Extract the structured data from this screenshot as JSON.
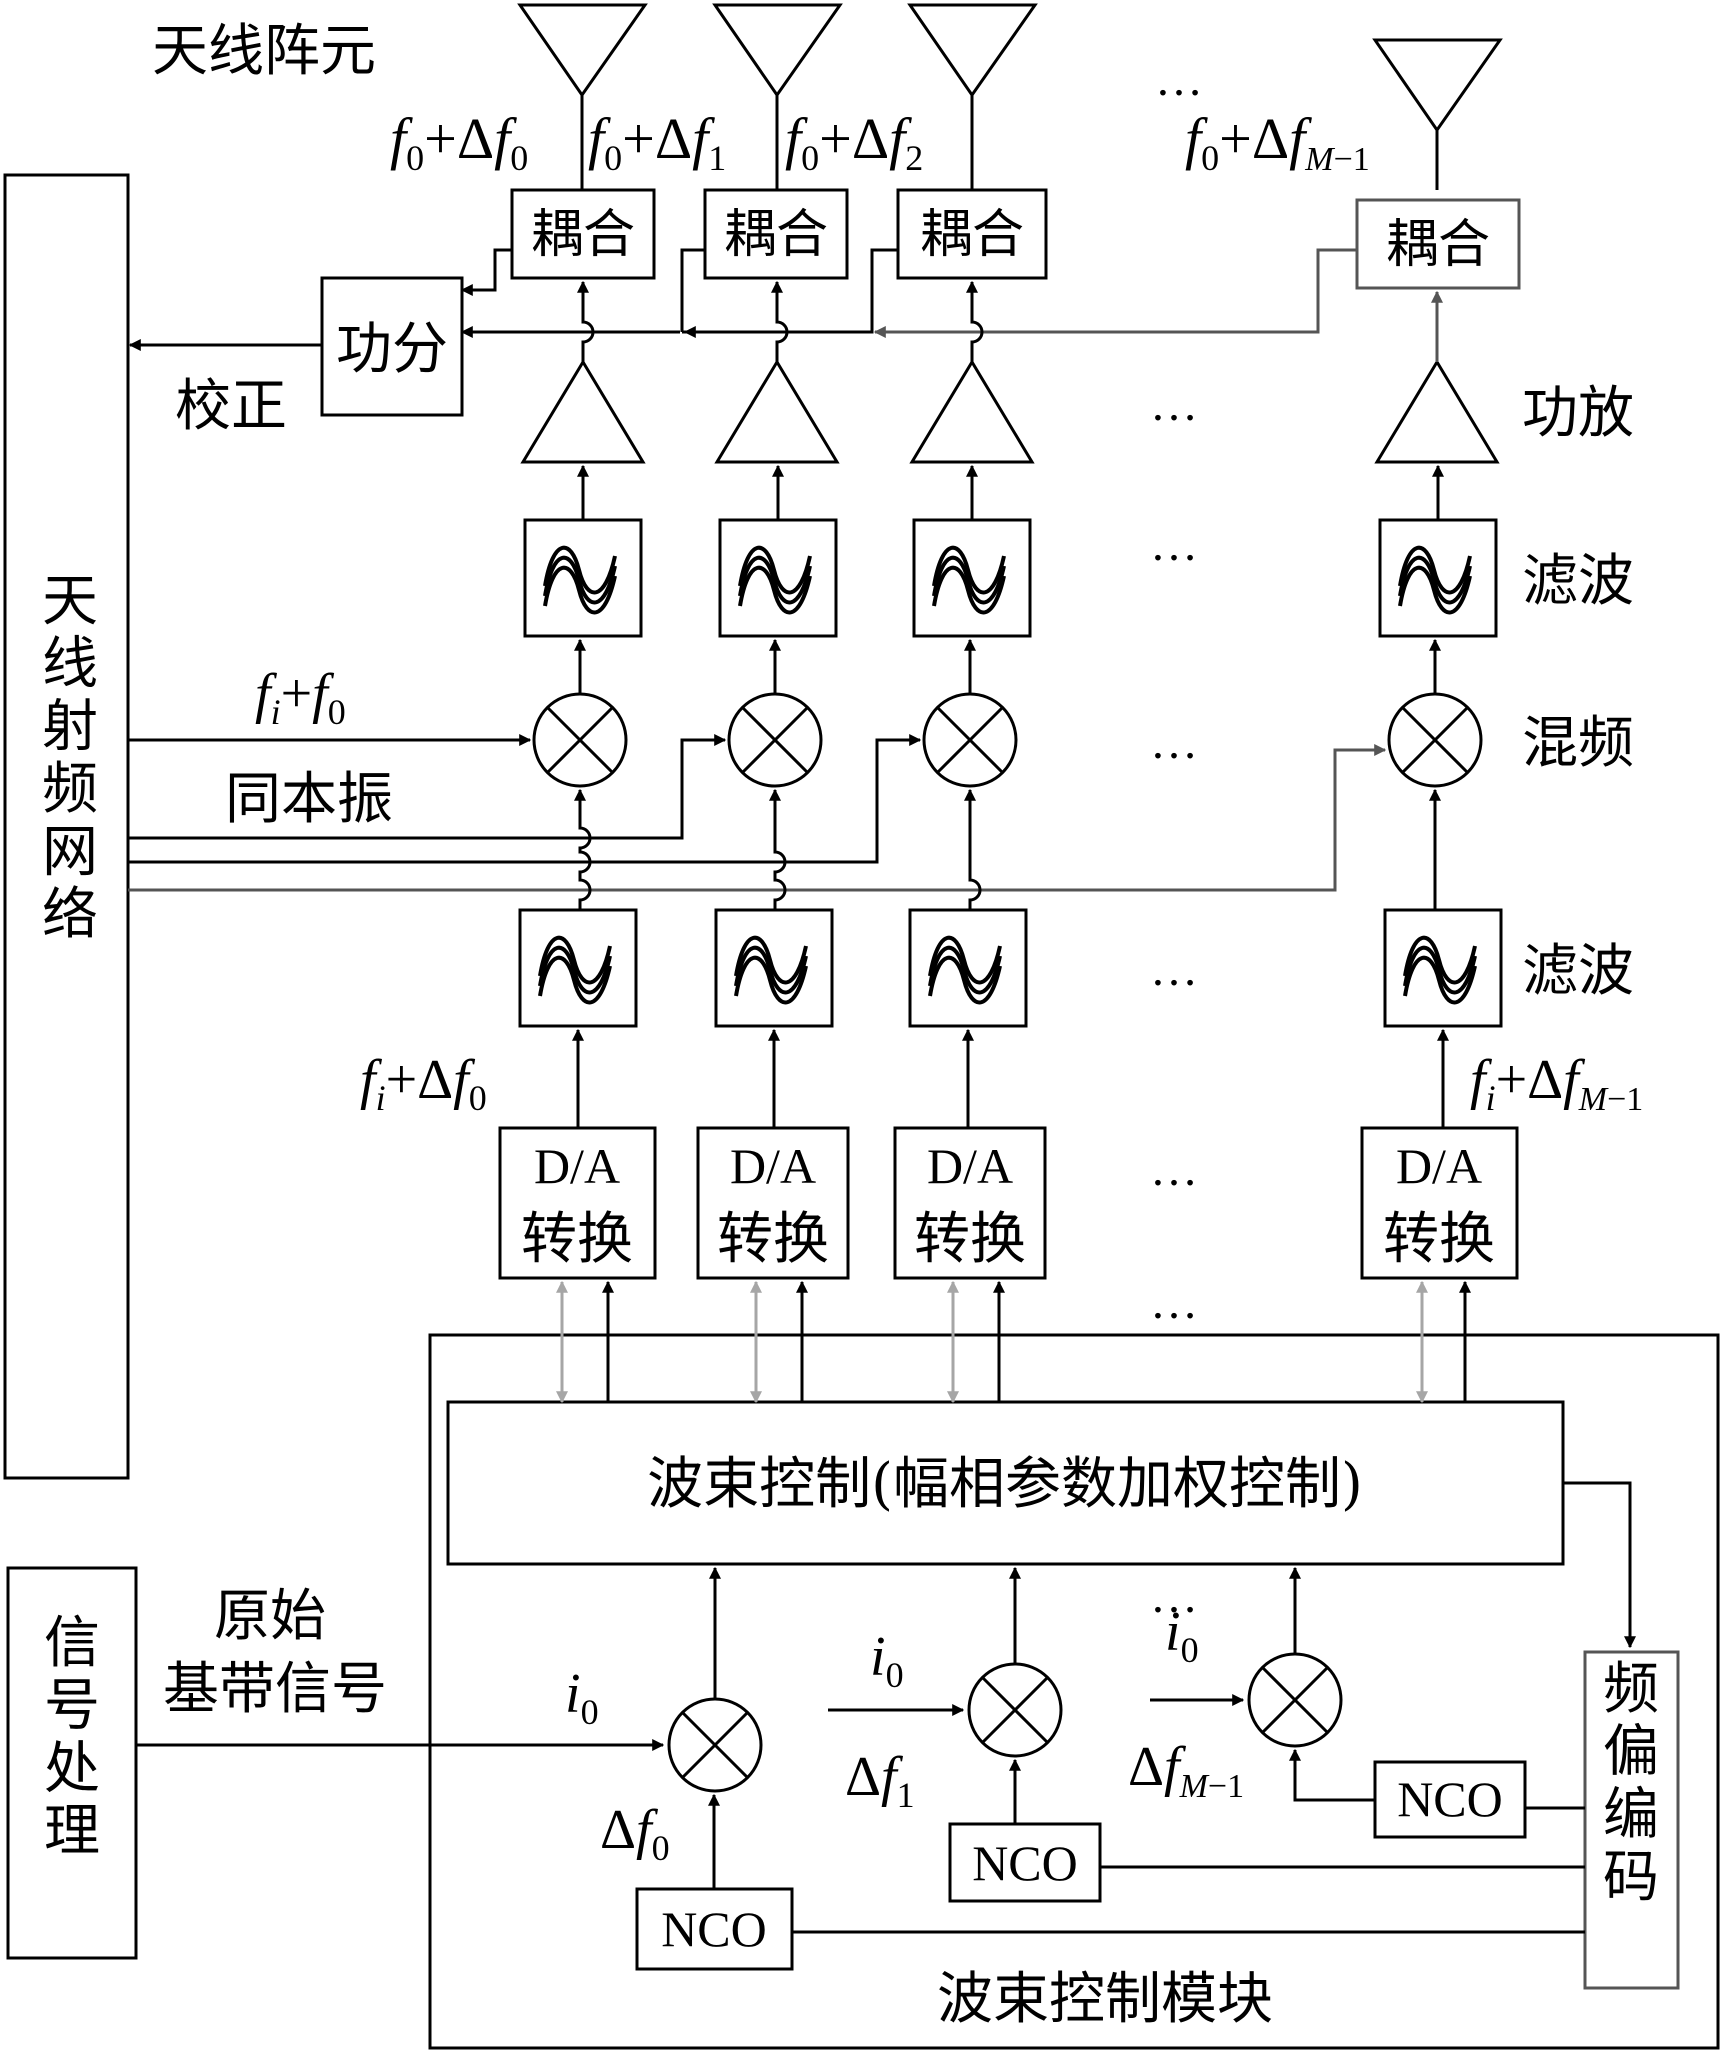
{
  "labels": {
    "antenna_elements": "天线阵元",
    "antenna_rf_network": "天线射频网络",
    "signal_processing": "信号处理",
    "baseband_signal_line1": "原始",
    "baseband_signal_line2": "基带信号",
    "calibration": "校正",
    "power_splitter": "功分",
    "same_lo": "同本振",
    "power_amp": "功放",
    "filter_upper": "滤波",
    "mixing": "混频",
    "filter_lower": "滤波",
    "beam_control": "波束控制(幅相参数加权控制)",
    "beam_control_module": "波束控制模块",
    "freq_offset_encoding": "频偏编码",
    "ellipsis": "…"
  },
  "channels": [
    {
      "coupler": "耦合",
      "dac_line1": "D/A",
      "dac_line2": "转换",
      "out_sub": "0"
    },
    {
      "coupler": "耦合",
      "dac_line1": "D/A",
      "dac_line2": "转换",
      "out_sub": "1"
    },
    {
      "coupler": "耦合",
      "dac_line1": "D/A",
      "dac_line2": "转换",
      "out_sub": "2"
    },
    {
      "coupler": "耦合",
      "dac_line1": "D/A",
      "dac_line2": "转换",
      "out_sub": "M−1"
    }
  ],
  "math": {
    "f": "f",
    "i": "i",
    "plus": "+",
    "delta": "Δ",
    "zero": "0",
    "fi_f0": "f_i+f_0",
    "fi_df0": "f_i+Δf_0",
    "fi_dfM1": "f_i+Δf_M−1",
    "i0": "i_0",
    "df0": "Δf_0",
    "df1": "Δf_1",
    "dfM1": "Δf_M−1",
    "sub_M1": "M−1",
    "sub_1": "1"
  },
  "nco_label": "NCO",
  "colors": {
    "line": "#000000",
    "gray_arrow": "#a6a6a6",
    "dark_gray": "#555555"
  }
}
